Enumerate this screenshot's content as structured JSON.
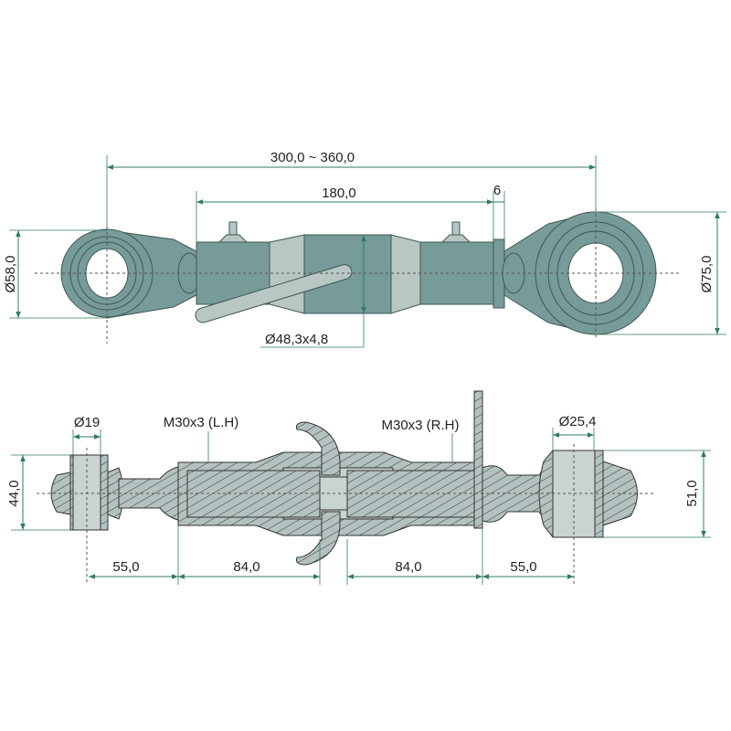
{
  "top_view": {
    "overall_length": "300,0 ~ 360,0",
    "tube_length": "180,0",
    "nut_width": "6",
    "left_eye_diameter": "Ø58,0",
    "right_eye_diameter": "Ø75,0",
    "tube_spec": "Ø48,3x4,8"
  },
  "section_view": {
    "left_hole": "Ø19",
    "left_thread": "M30x3 (L.H)",
    "right_thread": "M30x3 (R.H)",
    "right_hole": "Ø25,4",
    "left_ball_width": "44,0",
    "right_ball_width": "51,0",
    "dims": [
      "55,0",
      "84,0",
      "84,0",
      "55,0"
    ]
  },
  "colors": {
    "part": "#779b99",
    "part_light": "#b8c6c4",
    "dimension": "#2f7d5e"
  }
}
